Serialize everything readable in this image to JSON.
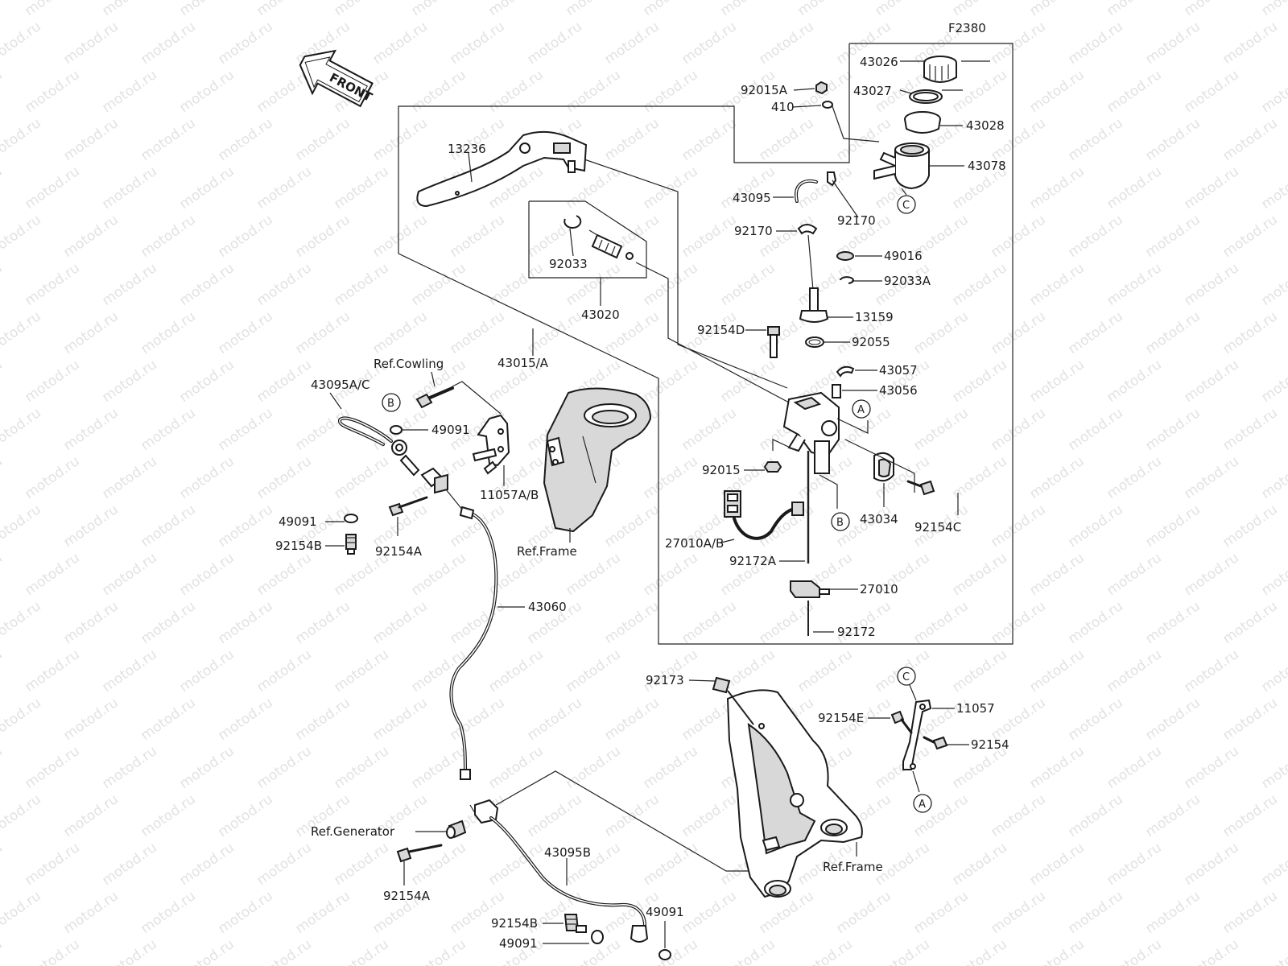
{
  "diagram_code": "F2380",
  "front_label": "FRONT",
  "watermark_text": "motod.ru",
  "labels": {
    "p43026": "43026",
    "p43027": "43027",
    "p43028": "43028",
    "p43078": "43078",
    "p92015A": "92015A",
    "p410": "410",
    "p13236": "13236",
    "p43095": "43095",
    "p92170a": "92170",
    "p92170b": "92170",
    "p49016": "49016",
    "p92033A": "92033A",
    "p92033": "92033",
    "p43020": "43020",
    "p13159": "13159",
    "p92154D": "92154D",
    "p92055": "92055",
    "p43015A": "43015/A",
    "p43057": "43057",
    "p43056": "43056",
    "refCowling": "Ref.Cowling",
    "p43095AC": "43095A/C",
    "p49091a": "49091",
    "p11057AB": "11057A/B",
    "p92015": "92015",
    "p43034": "43034",
    "p92154C": "92154C",
    "p49091b": "49091",
    "p92154B": "92154B",
    "p92154A": "92154A",
    "refFrame1": "Ref.Frame",
    "p27010AB": "27010A/B",
    "p92172A": "92172A",
    "p27010": "27010",
    "p43060": "43060",
    "p92172": "92172",
    "p92173": "92173",
    "p11057": "11057",
    "p92154E": "92154E",
    "p92154": "92154",
    "refGenerator": "Ref.Generator",
    "p43095B": "43095B",
    "p92154A2": "92154A",
    "refFrame2": "Ref.Frame",
    "p92154B2": "92154B",
    "p49091c": "49091",
    "p49091d": "49091"
  },
  "callouts": {
    "A": "A",
    "B": "B",
    "C": "C"
  }
}
